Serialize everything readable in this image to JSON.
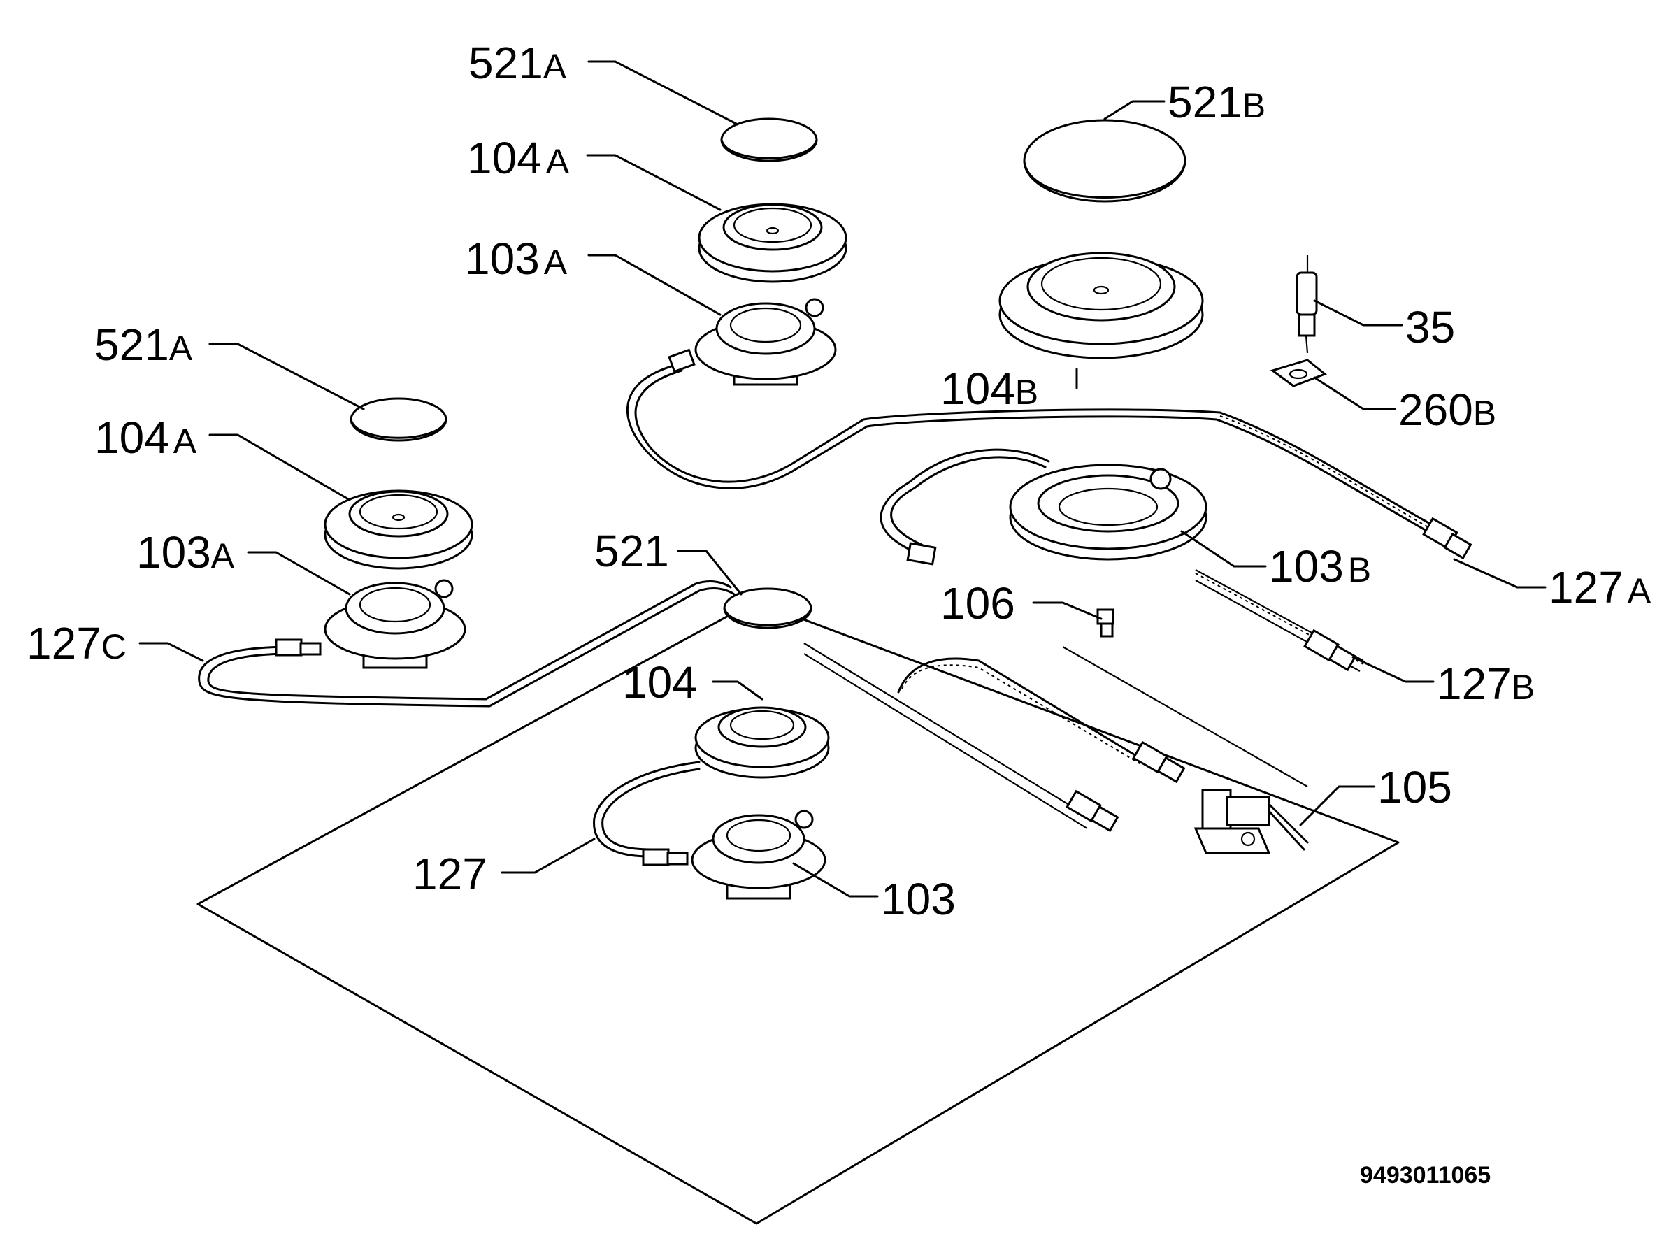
{
  "labels": {
    "l_521a_top": {
      "num": "521",
      "suf": "A"
    },
    "l_104a_top": {
      "num": "104",
      "suf": "A"
    },
    "l_103a_top": {
      "num": "103",
      "suf": "A"
    },
    "l_521b": {
      "num": "521",
      "suf": "B"
    },
    "l_104b": {
      "num": "104",
      "suf": "B"
    },
    "l_35": {
      "num": "35",
      "suf": ""
    },
    "l_260b": {
      "num": "260",
      "suf": "B"
    },
    "l_521a_left": {
      "num": "521",
      "suf": "A"
    },
    "l_104a_left": {
      "num": "104",
      "suf": "A"
    },
    "l_103a_left": {
      "num": "103",
      "suf": "A"
    },
    "l_521": {
      "num": "521",
      "suf": ""
    },
    "l_127c": {
      "num": "127",
      "suf": "C"
    },
    "l_104": {
      "num": "104",
      "suf": ""
    },
    "l_103b": {
      "num": "103",
      "suf": "B"
    },
    "l_127a": {
      "num": "127",
      "suf": "A"
    },
    "l_106": {
      "num": "106",
      "suf": ""
    },
    "l_127b": {
      "num": "127",
      "suf": "B"
    },
    "l_105": {
      "num": "105",
      "suf": ""
    },
    "l_127": {
      "num": "127",
      "suf": ""
    },
    "l_103": {
      "num": "103",
      "suf": ""
    }
  },
  "drawing_code": "9493011065"
}
